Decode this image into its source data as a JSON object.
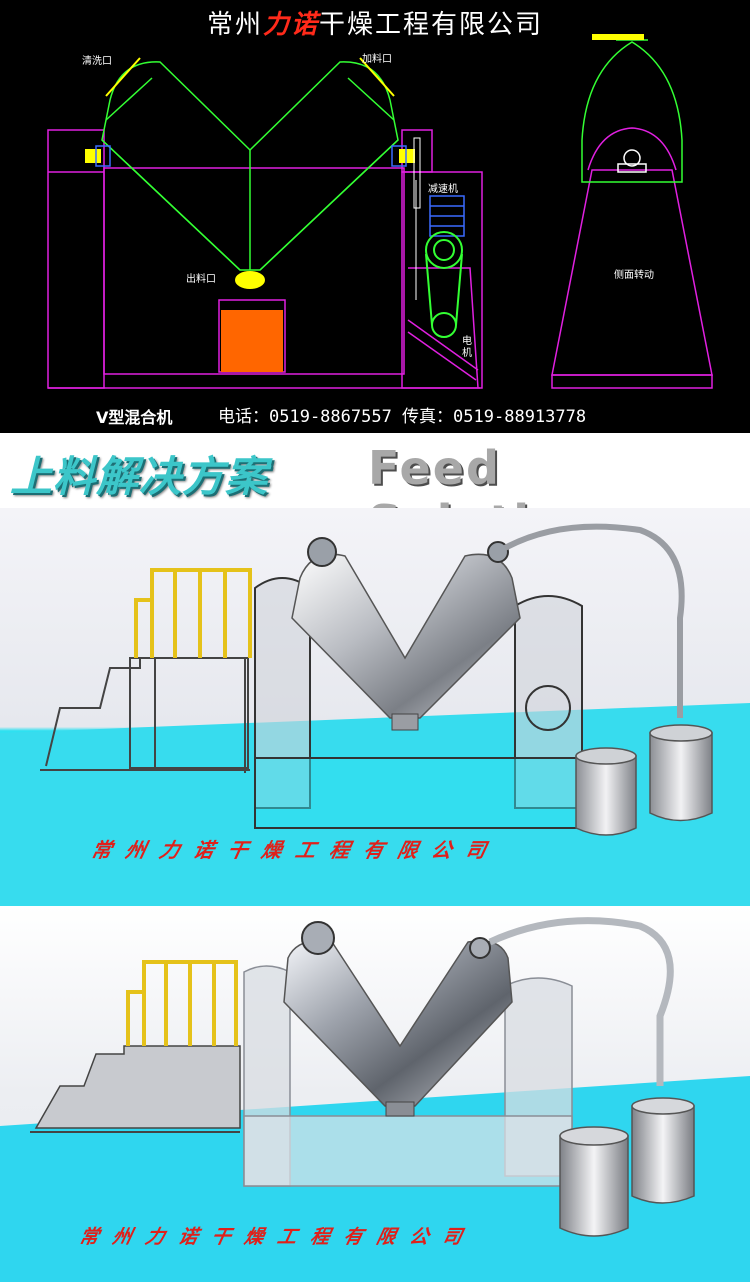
{
  "cad": {
    "title_prefix": "常州",
    "title_brand": "力诺",
    "title_suffix": "干燥工程有限公司",
    "labels": {
      "cleaning_port": "清洗口",
      "feed_port": "加料口",
      "reducer": "减速机",
      "discharge_port": "出料口",
      "motor": "电机",
      "side_rotation": "侧面转动"
    },
    "model": "V型混合机",
    "contact": "电话：0519-8867557 传真：0519-88913778"
  },
  "banner": {
    "title_cn": "上料解决方案",
    "title_en": "Feed Solution"
  },
  "scene1": {
    "caption": "常州力诺干燥工程有限公司"
  },
  "scene2": {
    "caption": "常州力诺干燥工程有限公司"
  },
  "colors": {
    "cad_magenta": "#e020e0",
    "cad_green": "#33ff33",
    "cad_yellow": "#ffff00",
    "cad_orange": "#ff6600",
    "floor_cyan": "#2fe0f0",
    "banner_teal": "#3cc6c9",
    "caption_red": "#e0201a"
  }
}
